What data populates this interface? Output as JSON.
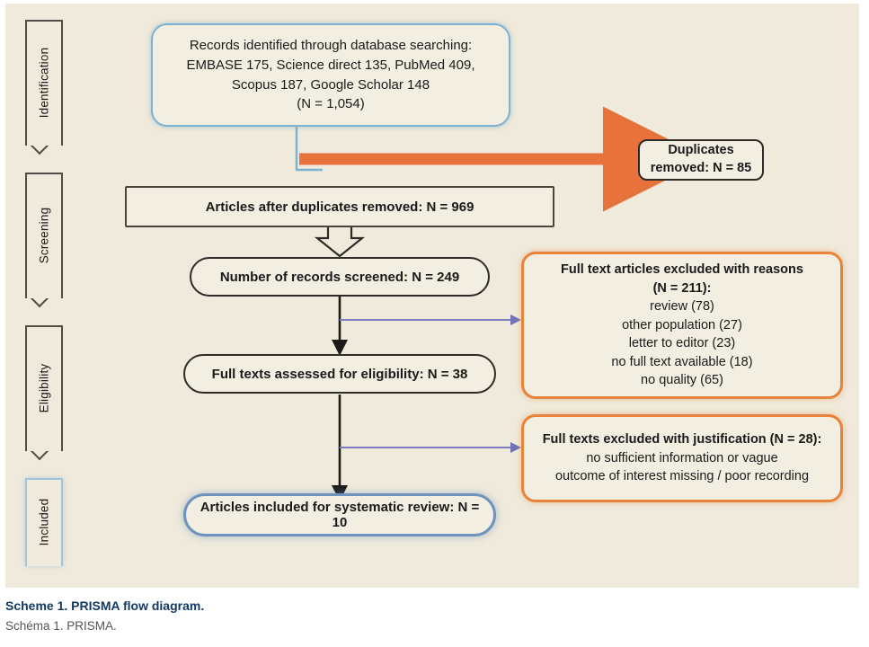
{
  "diagram": {
    "title": "PRISMA flow diagram",
    "stages": [
      {
        "label": "Identification"
      },
      {
        "label": "Screening"
      },
      {
        "label": "Eligibility"
      },
      {
        "label": "Included"
      }
    ],
    "nodes": {
      "identified": {
        "lines": [
          "Records identified through database searching:",
          "EMBASE 175, Science direct 135, PubMed 409,",
          "Scopus 187, Google Scholar 148",
          "(N = 1,054)"
        ]
      },
      "duplicates_removed": {
        "lines": [
          "Duplicates",
          "removed: N = 85"
        ]
      },
      "after_duplicates": {
        "lines": [
          "Articles after duplicates removed: N = 969"
        ]
      },
      "records_screened": {
        "lines": [
          "Number of records screened: N = 249"
        ]
      },
      "full_text_excluded": {
        "bold_lines": [
          "Full text articles excluded with reasons",
          "(N = 211):"
        ],
        "lines": [
          "review (78)",
          "other population (27)",
          "letter to editor (23)",
          "no full text available (18)",
          "no quality (65)"
        ]
      },
      "eligibility_assessed": {
        "lines": [
          "Full texts assessed for eligibility: N = 38"
        ]
      },
      "excluded_justification": {
        "bold_lines": [
          "Full texts excluded with justification (N = 28):"
        ],
        "lines": [
          "no sufficient information or vague",
          "outcome of interest missing / poor recording"
        ]
      },
      "included_final": {
        "lines": [
          "Articles included for systematic review: N = 10"
        ]
      }
    },
    "colors": {
      "background": "#efeadb",
      "callout_border": "#7db2d2",
      "orange_arrow": "#e8723c",
      "orange_border": "#e8833a",
      "dark_border": "#2e2a26",
      "blue_border": "#6f93bd",
      "branch_arrow": "#7b7fc0",
      "caption_title": "#123a63"
    }
  },
  "caption": {
    "line1": "Scheme 1. PRISMA flow diagram.",
    "line2": "Schéma 1. PRISMA."
  }
}
